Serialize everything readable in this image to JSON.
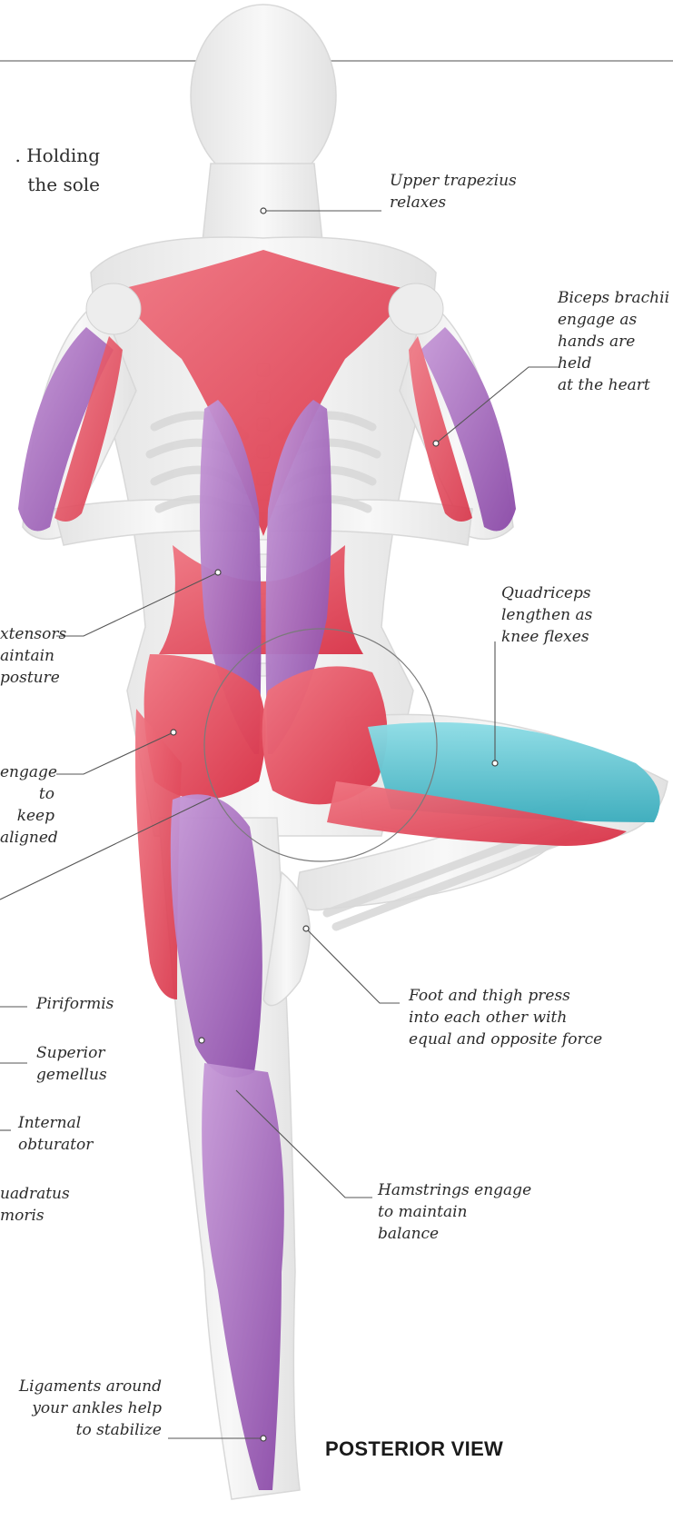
{
  "intro_text": ". Holding\nthe sole",
  "view_title": "POSTERIOR VIEW",
  "labels": {
    "upper_trapezius": "Upper trapezius\nrelaxes",
    "biceps_brachii": "Biceps brachii\nengage as\nhands are held\nat the heart",
    "spinal_extensors": "xtensors\naintain\nposture",
    "quadriceps": "Quadriceps\nlengthen as\nknee flexes",
    "gluteals": "engage\nto keep\naligned",
    "piriformis": "Piriformis",
    "superior_gemellus": "Superior\ngemellus",
    "internal_obturator": "Internal\nobturator",
    "quadratus_femoris": "uadratus\nmoris",
    "foot_thigh": "Foot and thigh press\ninto each other with\nequal and opposite force",
    "hamstrings": "Hamstrings engage\nto maintain\nbalance",
    "ankle_ligaments": "Ligaments around\nyour ankles help\nto stabilize"
  },
  "colors": {
    "engaged_muscle": "#e2495a",
    "stretch_muscle": "#9b5fb5",
    "lengthening_muscle": "#5cc2cf",
    "skeleton": "#e9e9e9",
    "body_silhouette": "#efefef",
    "leader_line": "#555555"
  }
}
